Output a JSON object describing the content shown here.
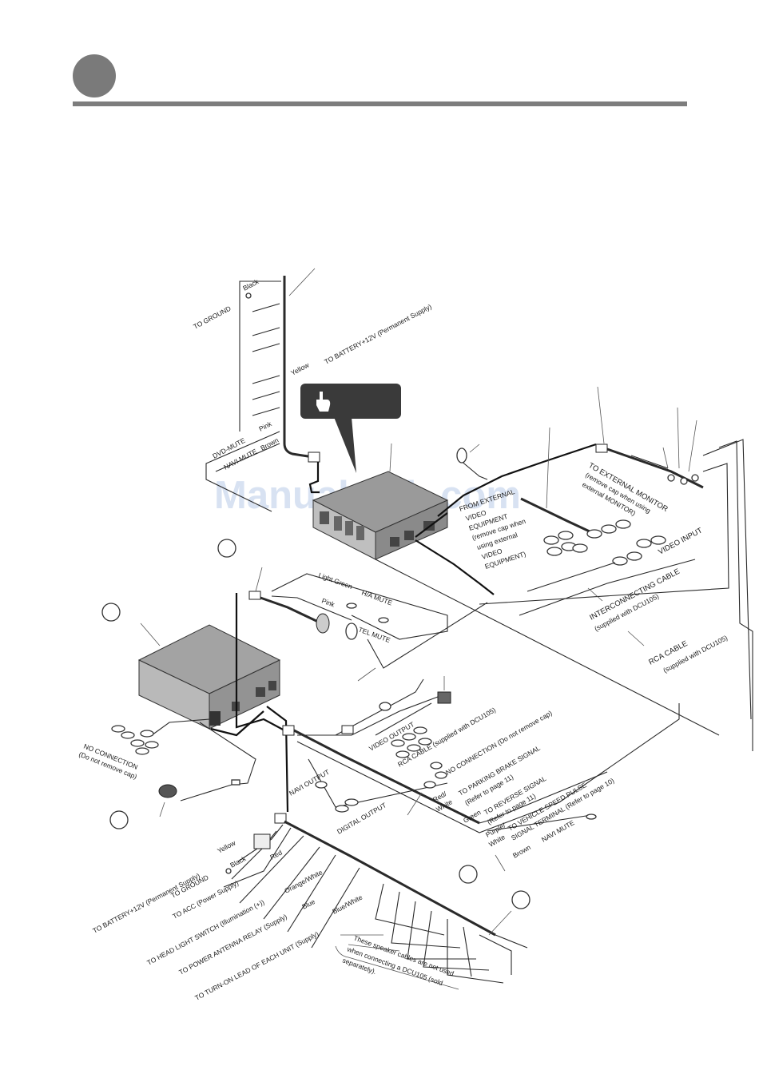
{
  "watermark": "ManualsLib.com",
  "labels": {
    "black_top": "Black",
    "to_ground_top": "TO GROUND",
    "yellow_top": "Yellow",
    "to_battery_top": "TO BATTERY+12V (Permanent Supply)",
    "pink_top": "Pink",
    "dvd_mute": "DVD-MUTE",
    "navi_mute_top": "NAVI MUTE",
    "brown_top": "Brown",
    "to_external_monitor": "TO EXTERNAL MONITOR",
    "remove_cap_monitor_1": "(remove cap when using",
    "remove_cap_monitor_2": "external MONITOR)",
    "from_external_1": "FROM EXTERNAL",
    "from_external_2": "VIDEO",
    "from_external_3": "EQUIPMENT",
    "from_external_4": "(remove cap when",
    "from_external_5": "using external",
    "from_external_6": "VIDEO",
    "from_external_7": "EQUIPMENT)",
    "video_input": "VIDEO INPUT",
    "interconnecting_cable_1": "INTERCONNECTING CABLE",
    "interconnecting_cable_2": "(supplied with DCU105)",
    "rca_cable_right_1": "RCA CABLE",
    "rca_cable_right_2": "(supplied with DCU105)",
    "light_green": "Light Green",
    "ha_mute": "H/A MUTE",
    "pink_mid": "Pink",
    "tel_mute": "TEL MUTE",
    "no_connection_left_1": "NO CONNECTION",
    "no_connection_left_2": "(Do not remove cap)",
    "video_output": "VIDEO OUTPUT",
    "rca_cable_mid": "RCA CABLE (supplied with DCU105)",
    "no_connection_mid": "NO CONNECTION (Do not remove cap)",
    "navi_output": "NAVI OUTPUT",
    "digital_output": "DIGITAL OUTPUT",
    "red_white": "Red/",
    "red_white_2": "White",
    "parking_brake_1": "TO PARKING BRAKE SIGNAL",
    "parking_brake_2": "(Refer to page 11)",
    "green": "Green",
    "reverse_1": "TO REVERSE SIGNAL",
    "reverse_2": "(Refer to page 11)",
    "purple_white": "Purple/",
    "purple_white_2": "White",
    "vehicle_speed_1": "TO VEHICLE SPEED PULSE",
    "vehicle_speed_2": "SIGNAL TERMINAL (Refer to page 10)",
    "brown_bottom": "Brown",
    "navi_mute_bottom": "NAVI MUTE",
    "yellow_bottom": "Yellow",
    "black_bottom": "Black",
    "red_bottom": "Red",
    "orange_white": "Orange/White",
    "blue": "Blue",
    "blue_white": "Blue/White",
    "to_battery_bottom": "TO BATTERY+12V (Permanent Supply)",
    "to_ground_bottom": "TO GROUND",
    "to_acc": "TO ACC (Power Supply)",
    "to_headlight": "TO HEAD LIGHT SWITCH (Illumination (+))",
    "to_power_antenna": "TO POWER ANTENNA RELAY (Supply)",
    "to_turn_on": "TO TURN-ON LEAD OF EACH UNIT (Supply)",
    "speaker_note_1": "These speaker cables are not used",
    "speaker_note_2": "when connecting a DCU105 (sold",
    "speaker_note_3": "separately)."
  }
}
